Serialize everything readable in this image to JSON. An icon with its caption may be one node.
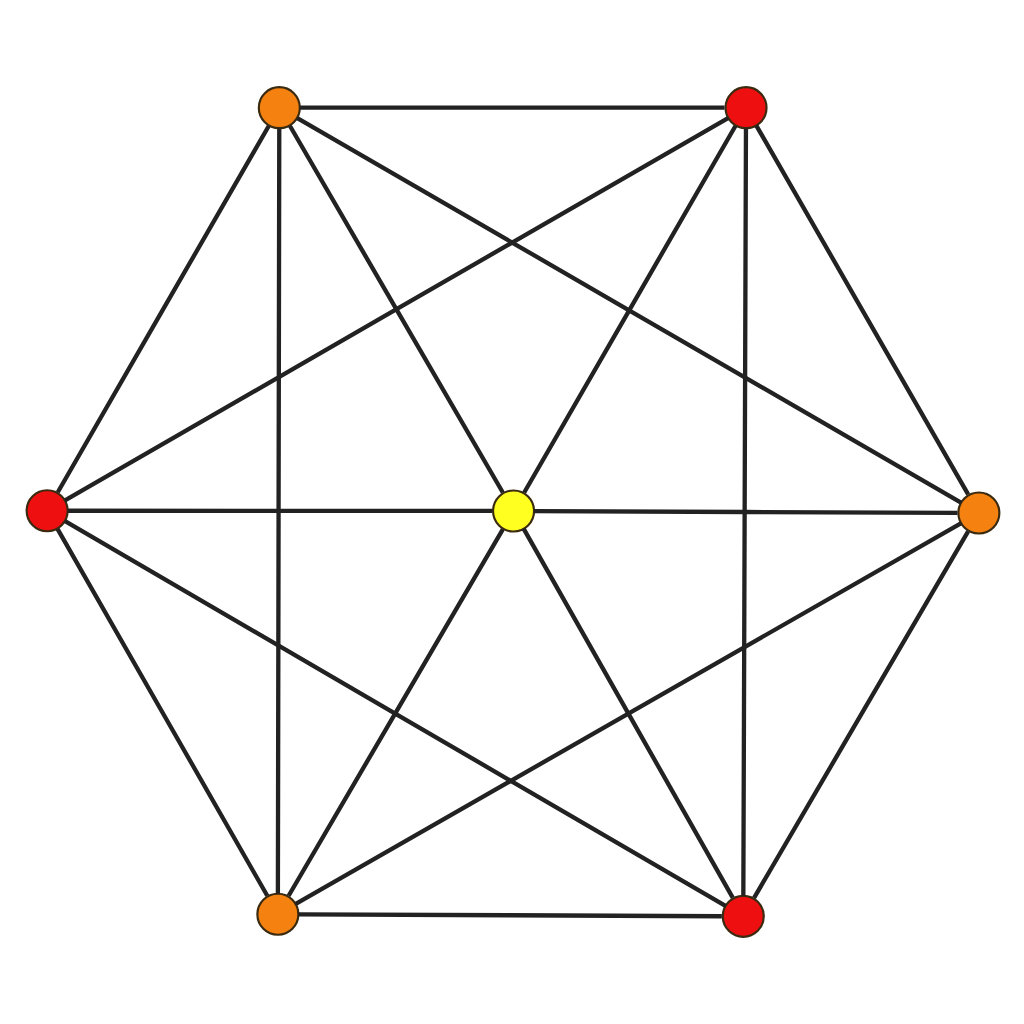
{
  "diagram": {
    "nodes": [
      {
        "text": [],
        "shape": "circle"
      },
      {
        "text": [],
        "shape": "circle"
      },
      {
        "text": [],
        "shape": "circle"
      },
      {
        "text": [],
        "shape": "circle"
      },
      {
        "text": [],
        "shape": "circle"
      },
      {
        "text": [],
        "shape": "circle"
      },
      {
        "text": [],
        "shape": "circle"
      }
    ],
    "edges": [
      {
        "from": 0,
        "to": 1,
        "arrow": "none"
      },
      {
        "from": 0,
        "to": 2,
        "arrow": "none"
      },
      {
        "from": 0,
        "to": 3,
        "arrow": "none"
      },
      {
        "from": 0,
        "to": 4,
        "arrow": "none"
      },
      {
        "from": 0,
        "to": 5,
        "arrow": "none"
      },
      {
        "from": 1,
        "to": 2,
        "arrow": "none"
      },
      {
        "from": 1,
        "to": 3,
        "arrow": "none"
      },
      {
        "from": 1,
        "to": 4,
        "arrow": "none"
      },
      {
        "from": 1,
        "to": 6,
        "arrow": "none"
      },
      {
        "from": 2,
        "to": 3,
        "arrow": "none"
      },
      {
        "from": 2,
        "to": 5,
        "arrow": "none"
      },
      {
        "from": 2,
        "to": 6,
        "arrow": "none"
      },
      {
        "from": 3,
        "to": 4,
        "arrow": "none"
      },
      {
        "from": 3,
        "to": 5,
        "arrow": "none"
      },
      {
        "from": 3,
        "to": 6,
        "arrow": "none"
      },
      {
        "from": 4,
        "to": 5,
        "arrow": "none"
      },
      {
        "from": 4,
        "to": 6,
        "arrow": "none"
      },
      {
        "from": 5,
        "to": 6,
        "arrow": "none"
      }
    ]
  }
}
